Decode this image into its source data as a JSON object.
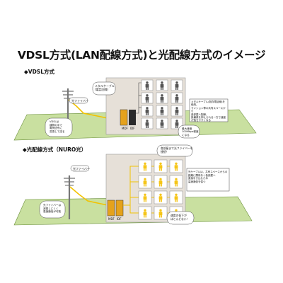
{
  "title": "VDSL方式(LAN配線方式)と光配線方式のイメージ",
  "colors": {
    "ground": "#c9e0a0",
    "building": "#e6e0d8",
    "room_box": "#ffffff",
    "cable_yellow": "#f2c200",
    "mdf_box": "#e5a21c",
    "idf_box": "#2b2b2b",
    "person_dark": "#555555",
    "person_yellow": "#f5c518"
  },
  "vdsl": {
    "heading": "◆VDSL方式",
    "fiber_label": "光ファイバー",
    "metal_cable_label": "メタルケーブル\n(電話回線)",
    "mdf_label": "MDF",
    "idf_label": "IDF",
    "speed_note": "VDSLは\n建物の中で\n電気信号に\n変換して送る",
    "wire_note": "メタルケーブル(既存電話線)を使用。\nマンション等の共有スペースから\n各部屋へ配線。\n設備費を抑えられる一方で速度が落ちやすくなる",
    "max_speed_note": "最大速度\n100Mbps程度\nになる"
  },
  "optical": {
    "heading": "◆光配線方式（NURO光）",
    "fiber_label": "光ファイバー",
    "mdf_label": "MDF",
    "idf_label": "IDF",
    "fiber_room_note": "各部屋まで光ファイバーを\n接続！",
    "shared_space_note": "光ケーブルは、共有スペースからの\n距離に関係なく各部屋へ\n直接引き込むため\n高速通信を保つ",
    "bottom_left_note": "光ファイバーは\n減衰しにくく\n高速通信が可能",
    "bottom_right_note": "速度の低下が\nほとんどない！"
  }
}
